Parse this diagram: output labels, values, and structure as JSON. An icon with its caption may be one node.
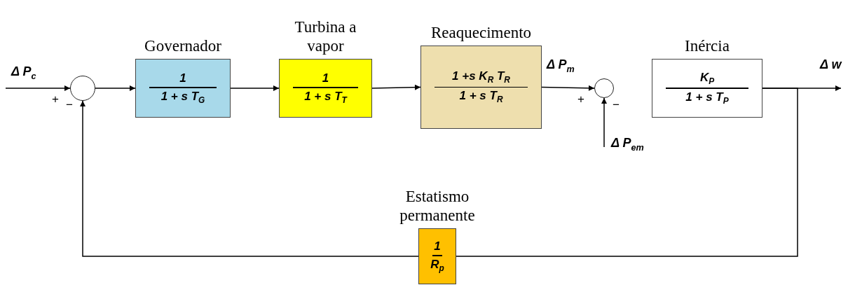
{
  "diagram": {
    "nodes": [
      {
        "text": [],
        "shape": "circle"
      },
      {
        "text": [
          "Governador",
          "1",
          "1 + s T$_{G}$"
        ]
      },
      {
        "text": [
          "Turbina a vapor",
          "1",
          "1 + s T$_{T}$"
        ]
      },
      {
        "text": [
          "Reaquecimento",
          "1 +s K$_{R}$ T$_{R}$",
          "1 + s T$_{R}$"
        ]
      },
      {
        "text": [],
        "shape": "circle"
      },
      {
        "text": [
          "Inércia",
          "K$_{P}$",
          "1 +  s T$_{P}$"
        ]
      },
      {
        "text": [
          "Estatismo permanente",
          "1",
          "R$_{p}$"
        ]
      }
    ],
    "edges": [
      {
        "from": null,
        "to": 0,
        "arrow": "to",
        "label": "Δ P$_{c}$"
      },
      {
        "from": 0,
        "to": 1,
        "arrow": "to"
      },
      {
        "from": 1,
        "to": 2,
        "arrow": "to"
      },
      {
        "from": 2,
        "to": 3,
        "arrow": "to"
      },
      {
        "from": 3,
        "to": 4,
        "arrow": "to",
        "label": "Δ P$_{m}$"
      },
      {
        "from": null,
        "to": 4,
        "arrow": "to",
        "label": "Δ P$_{em}$"
      },
      {
        "from": 5,
        "to": null,
        "arrow": "to",
        "label": "Δ w"
      },
      {
        "from": 5,
        "to": 6,
        "arrow": "none"
      },
      {
        "from": 6,
        "to": 0,
        "arrow": "to"
      }
    ],
    "labels": [
      "+",
      "−",
      "+",
      "−"
    ]
  }
}
